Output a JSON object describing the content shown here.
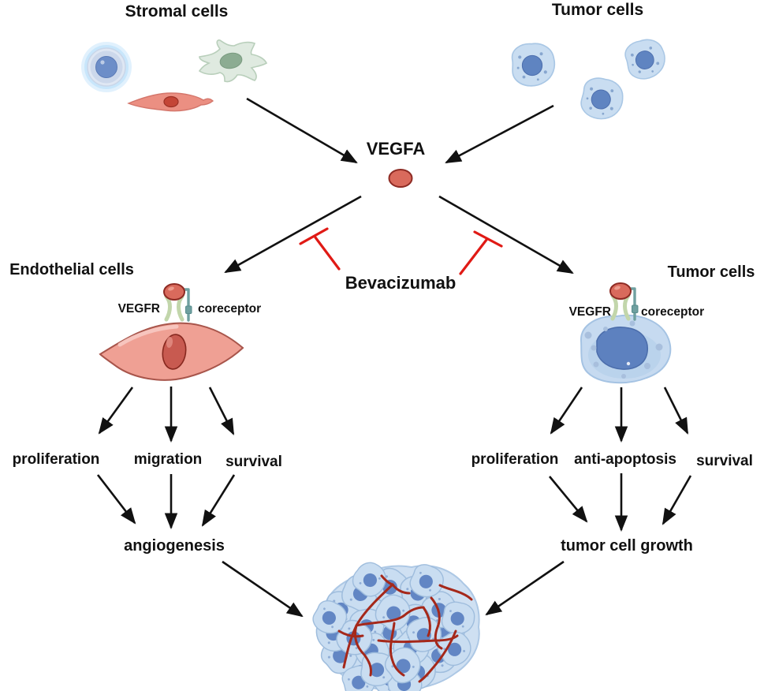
{
  "diagram": {
    "titles": {
      "stromal": "Stromal cells",
      "tumor_top": "Tumor cells",
      "endothelial": "Endothelial cells",
      "tumor_right": "Tumor cells"
    },
    "molecules": {
      "vegfa": "VEGFA",
      "bevacizumab": "Bevacizumab",
      "vegfr": "VEGFR",
      "coreceptor": "coreceptor"
    },
    "endothelial_pathway": {
      "outcomes": [
        "proliferation",
        "migration",
        "survival"
      ],
      "result": "angiogenesis"
    },
    "tumor_pathway": {
      "outcomes": [
        "proliferation",
        "anti-apoptosis",
        "survival"
      ],
      "result": "tumor cell growth"
    },
    "colors": {
      "arrow": "#111111",
      "inhibition": "#e01a15",
      "vegfa_fill": "#d96a5c",
      "vegfa_stroke": "#8e2b24",
      "endothelial_fill": "#efa094",
      "tumor_cell_fill": "#c6daf0",
      "nucleus_blue": "#5d81bf",
      "receptor_green": "#c2d6ab",
      "coreceptor_teal": "#6fa0a0",
      "vessel_red": "#a5281a"
    }
  }
}
